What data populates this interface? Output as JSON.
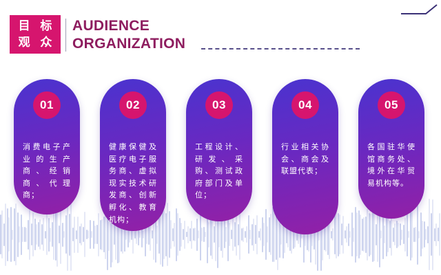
{
  "slide": {
    "badge": {
      "line1": "目 标",
      "line2": "观 众"
    },
    "title": {
      "line1": "AUDIENCE",
      "line2": "ORGANIZATION"
    }
  },
  "cards": [
    {
      "number": "01",
      "text": "消费电子产业的生产商、经销商、代理商；"
    },
    {
      "number": "02",
      "text": "健康保健及医疗电子服务商、虚拟现实技术研发商、创新孵化、教育机构；"
    },
    {
      "number": "03",
      "text": "工程设计、研发、采购、测试政府部门及单位；"
    },
    {
      "number": "04",
      "text": "行业相关协会、商会及联盟代表；"
    },
    {
      "number": "05",
      "text": "各国驻华使馆商务处、境外在华贸易机构等。"
    }
  ],
  "colors": {
    "accent_pink": "#d6156e",
    "title_color": "#8e1d5f",
    "card_grad_top": "#4a33cf",
    "card_grad_mid": "#6b28c0",
    "card_grad_bottom": "#9320a6",
    "waveform_color": "#ccd3ee",
    "line_color": "#3a3076"
  }
}
